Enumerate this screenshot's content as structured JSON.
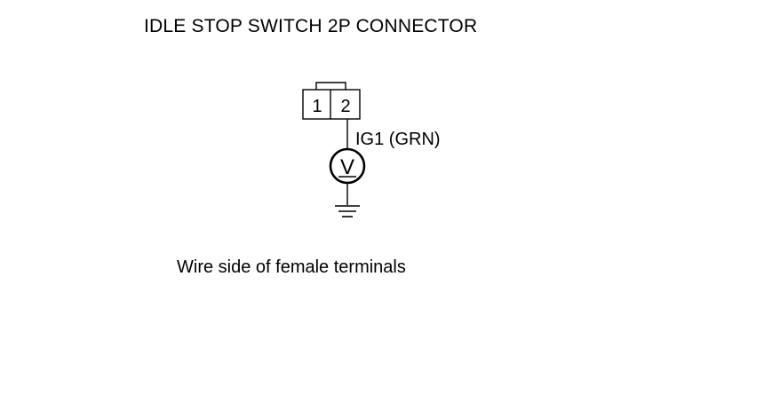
{
  "title": "IDLE STOP SWITCH 2P CONNECTOR",
  "connector": {
    "terminals": [
      "1",
      "2"
    ],
    "probe_terminal": "2"
  },
  "wire_label": "IG1 (GRN)",
  "meter_symbol": "V",
  "caption": "Wire side of female terminals"
}
